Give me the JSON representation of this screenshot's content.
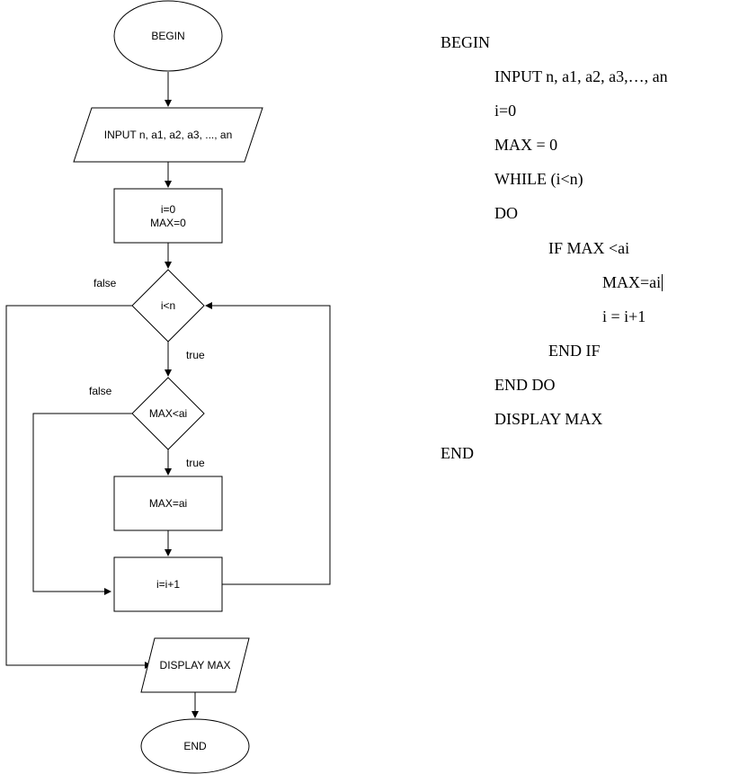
{
  "flowchart": {
    "begin": "BEGIN",
    "input": "INPUT n, a1, a2, a3, ..., an",
    "init_line1": "i=0",
    "init_line2": "MAX=0",
    "cond_loop": "i<n",
    "cond_max": "MAX<ai",
    "assign_max": "MAX=ai",
    "increment": "i=i+1",
    "display": "DISPLAY MAX",
    "end": "END",
    "label_false_loop": "false",
    "label_true_loop": "true",
    "label_false_max": "false",
    "label_true_max": "true"
  },
  "pseudocode": [
    "BEGIN",
    "INPUT n, a1, a2, a3,…, an",
    "i=0",
    "MAX = 0",
    "WHILE (i<n)",
    "DO",
    "IF MAX <ai",
    "MAX=ai",
    "i = i+1",
    "END IF",
    "END DO",
    "DISPLAY MAX",
    "END"
  ]
}
